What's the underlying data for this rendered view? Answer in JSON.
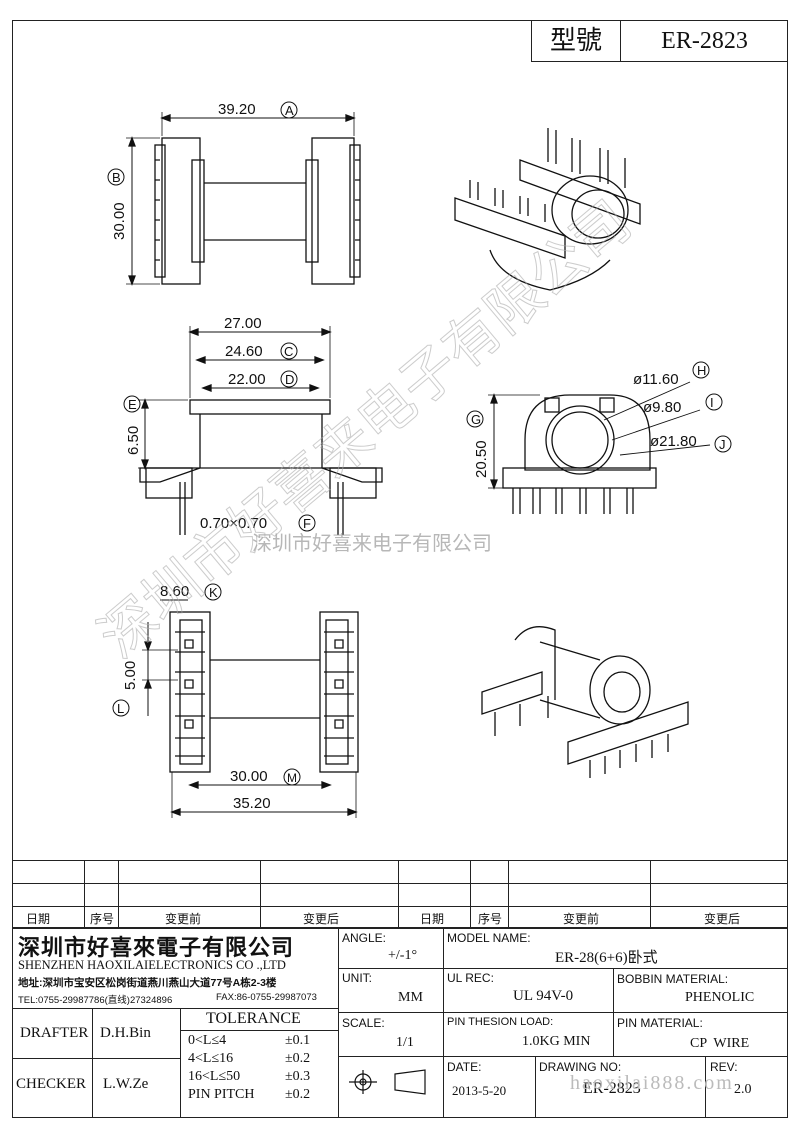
{
  "header": {
    "model_label": "型號",
    "model_value": "ER-2823"
  },
  "dims": {
    "top_width": "39.20",
    "top_width_tag": "A",
    "top_height": "30.00",
    "top_height_tag": "B",
    "w27": "27.00",
    "w2460": "24.60",
    "w2460_tag": "C",
    "w22": "22.00",
    "w22_tag": "D",
    "h650": "6.50",
    "h650_tag": "E",
    "pin": "0.70×0.70",
    "pin_tag": "F",
    "h2050": "20.50",
    "h2050_tag": "G",
    "d1160": "ø11.60",
    "d1160_tag": "H",
    "d980": "ø9.80",
    "d980_tag": "I",
    "d2180": "ø21.80",
    "d2180_tag": "J",
    "w860": "8.60",
    "w860_tag": "K",
    "p500": "5.00",
    "p500_tag": "L",
    "w3000": "30.00",
    "w3000_tag": "M",
    "w3520": "35.20"
  },
  "watermark": {
    "text": "深圳市好喜来电子有限公司",
    "side": "深圳市好喜来电子有限公司"
  },
  "revision_table": {
    "headers": [
      "日期",
      "序号",
      "变更前",
      "变更后",
      "日期",
      "序号",
      "变更前",
      "变更后"
    ]
  },
  "company": {
    "cn": "深圳市好喜來電子有限公司",
    "en": "SHENZHEN HAOXILAIELECTRONICS CO .,LTD",
    "addr": "地址:深圳市宝安区松岗街道燕川燕山大道77号A栋2-3楼",
    "tel": "TEL:0755-29987786(直线)27324896",
    "fax": "FAX:86-0755-29987073"
  },
  "fields": {
    "angle_label": "ANGLE:",
    "angle_value": "+/-1°",
    "model_name_label": "MODEL NAME:",
    "model_name_value": "ER-28(6+6)卧式",
    "unit_label": "UNIT:",
    "unit_value": "MM",
    "ul_label": "UL REC:",
    "ul_value": "UL 94V-0",
    "bobbin_label": "BOBBIN MATERIAL:",
    "bobbin_value": "PHENOLIC",
    "scale_label": "SCALE:",
    "scale_value": "1/1",
    "pin_load_label": "PIN THESION LOAD:",
    "pin_load_value": "1.0KG MIN",
    "pin_mat_label": "PIN MATERIAL:",
    "pin_mat_value": "CP  WIRE",
    "date_label": "DATE:",
    "date_value": "2013-5-20",
    "drawing_label": "DRAWING NO:",
    "drawing_value": "ER-2823",
    "rev_label": "REV:",
    "rev_value": "2.0",
    "drafter_label": "DRAFTER",
    "drafter_value": "D.H.Bin",
    "checker_label": "CHECKER",
    "checker_value": "L.W.Ze",
    "tolerance_label": "TOLERANCE",
    "tol1_range": "0<L≤4",
    "tol1_val": "±0.1",
    "tol2_range": "4<L≤16",
    "tol2_val": "±0.2",
    "tol3_range": "16<L≤50",
    "tol3_val": "±0.3",
    "tol4_range": "PIN PITCH",
    "tol4_val": "±0.2",
    "site": "haoxilai888.com"
  }
}
